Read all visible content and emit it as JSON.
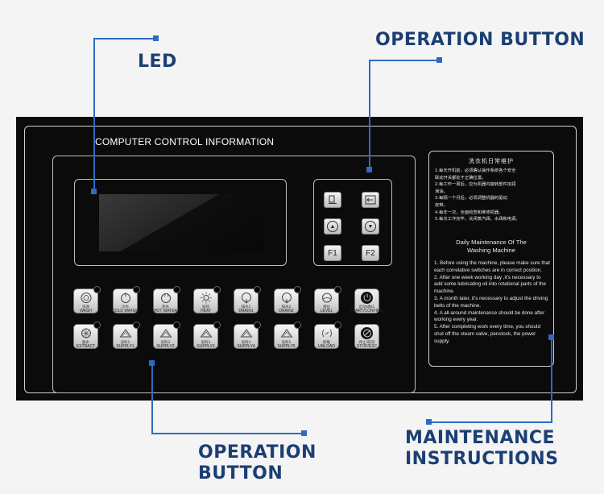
{
  "labels": {
    "led": "LED",
    "operation_top": "OPERATION BUTTON",
    "operation_bottom": [
      "OPERATION",
      "BUTTON"
    ],
    "maintenance": [
      "MAINTENANCE",
      "INSTRUCTIONS"
    ]
  },
  "panel": {
    "title": "COMPUTER CONTROL INFORMATION"
  },
  "operation_buttons": [
    {
      "icon": "document-icon",
      "text": ""
    },
    {
      "icon": "return-icon",
      "text": ""
    },
    {
      "icon": "up-arrow-icon",
      "text": ""
    },
    {
      "icon": "down-arrow-icon",
      "text": ""
    },
    {
      "icon": "",
      "text": "F1"
    },
    {
      "icon": "",
      "text": "F2"
    }
  ],
  "function_keys": [
    {
      "zh": "洗涤",
      "en": "WASH",
      "icon": "wash-icon"
    },
    {
      "zh": "冷水",
      "en": "COLD WATER",
      "icon": "cold-water-icon"
    },
    {
      "zh": "热水",
      "en": "HOT WATER",
      "icon": "hot-water-icon"
    },
    {
      "zh": "加热",
      "en": "HEAT",
      "icon": "heat-icon"
    },
    {
      "zh": "排水1",
      "en": "DRAIN1",
      "icon": "drain-icon"
    },
    {
      "zh": "排水2",
      "en": "DRAIN2",
      "icon": "drain-icon"
    },
    {
      "zh": "液位",
      "en": "LEVEL",
      "icon": "level-icon"
    },
    {
      "zh": "启动/确认",
      "en": "START/CONFIRM",
      "icon": "power-icon"
    },
    {
      "zh": "脱水",
      "en": "EXTRACT",
      "icon": "extract-icon"
    },
    {
      "zh": "皂料1",
      "en": "SUPPLY1",
      "icon": "supply-icon"
    },
    {
      "zh": "皂料2",
      "en": "SUPPLY2",
      "icon": "supply-icon"
    },
    {
      "zh": "皂料3",
      "en": "SUPPLY3",
      "icon": "supply-icon"
    },
    {
      "zh": "皂料4",
      "en": "SUPPLY4",
      "icon": "supply-icon"
    },
    {
      "zh": "皂料5",
      "en": "SUPPLY5",
      "icon": "supply-icon"
    },
    {
      "zh": "卸载",
      "en": "UNLOAD",
      "icon": "unload-icon"
    },
    {
      "zh": "停止/取消",
      "en": "STOP/ESC",
      "icon": "stop-icon"
    }
  ],
  "maintenance": {
    "zh_title": "洗衣机日常维护",
    "zh_lines": [
      "1.每天开机前，必须确认操作系统各个安全",
      "  联动开关都处于正确位置。",
      "2.每工作一周后，应为机器内旋转部件加润",
      "  滑油。",
      "3.每隔一个月后，必须调整机器的驱动",
      "  皮带。",
      "4.每年一次，全面检查和维修机器。",
      "5.每次工作完毕，关闭蒸汽阀、水阀和电源。"
    ],
    "en_title": [
      "Daily  Maintenance Of The",
      "Washing Machine"
    ],
    "steps": [
      "1. Before using the machine, please make sure that each correlative switches are in correct position.",
      "2. After one week working day ,it's necessary to add some lubricating oil into rotational parts of the machine.",
      "3. A month later, it's necessary to adjust the driving belts of the machine.",
      "4. A all-around maintenance should be done after working every year.",
      "5. After completing work every time, you should shut off the steam valve, penstock, the power supply."
    ]
  },
  "colors": {
    "accent": "#2d6bc2",
    "callout_text": "#1b3f73",
    "panel": "#0b0b0b"
  }
}
